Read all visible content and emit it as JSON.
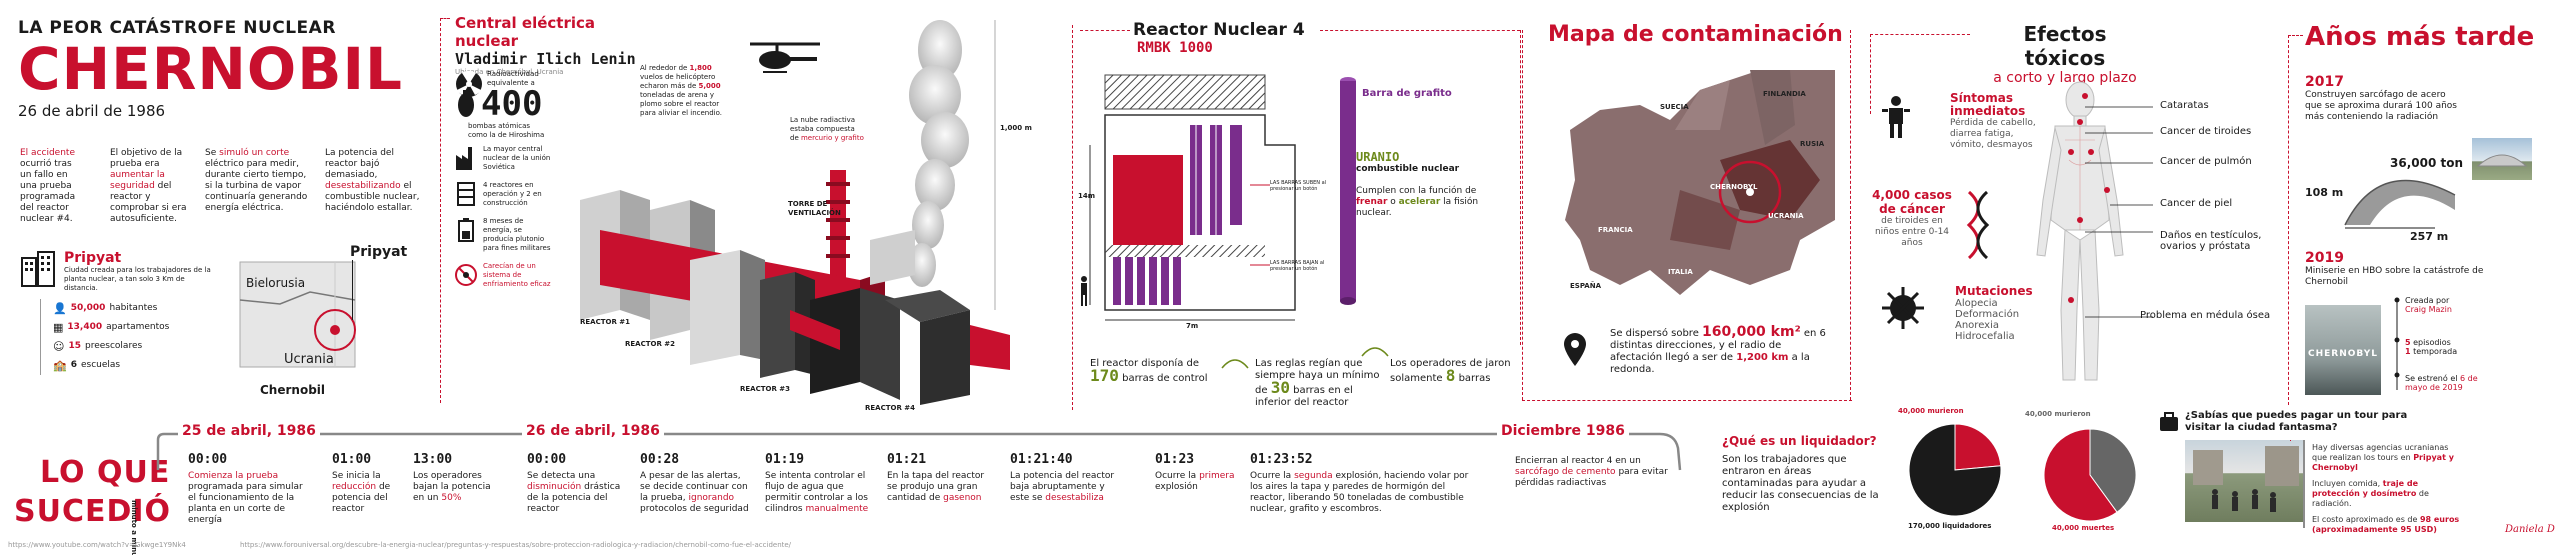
{
  "title": {
    "kicker": "LA PEOR CATÁSTROFE NUCLEAR",
    "main": "CHERNOBIL",
    "date": "26 de abril de 1986"
  },
  "intro": {
    "col1": [
      "El accidente",
      " ocurrió tras un fallo en una prueba programada del reactor nuclear #4."
    ],
    "col2": [
      "El objetivo de la prueba era ",
      "aumentar la seguridad",
      " del reactor y comprobar si era autosuficiente."
    ],
    "col3": [
      "Se ",
      "simuló un corte",
      " eléctrico para medir, durante cierto tiempo, si la turbina de vapor continuaría generando energía eléctrica."
    ],
    "col4": [
      "La potencia del reactor bajó demasiado, ",
      "desestabilizando",
      " el combustible nuclear, haciéndolo estallar."
    ]
  },
  "pripyat": {
    "title": "Pripyat",
    "desc": "Ciudad creada para los trabajadores de la planta nuclear, a tan solo 3 Km de distancia.",
    "stats": [
      {
        "value": "50,000",
        "label": "habitantes"
      },
      {
        "value": "13,400",
        "label": "apartamentos"
      },
      {
        "value": "15",
        "label": "preescolares"
      },
      {
        "value": "6",
        "label": "escuelas"
      }
    ],
    "map": {
      "label_top": "Pripyat",
      "country1": "Bielorusia",
      "country2": "Ucrania",
      "label_bottom": "Chernobil"
    }
  },
  "plant": {
    "title": "Central eléctrica nuclear",
    "subtitle": "Vladimir Ilich Lenin",
    "location": "Ubicada en Chernóbyl, Ucrania",
    "radiation_label": "Radioactividad equivalente a",
    "radiation_value": "400",
    "radiation_desc": "bombas atómicas como la de Hiroshima",
    "facts": [
      "La mayor central nuclear de la unión Soviética",
      "4 reactores en operación y 2 en construcción",
      "8 meses de energía, se producía plutonio para fines militares"
    ],
    "fact_red": "Carecían de un sistema de enfriamiento eficaz",
    "heli": [
      "Al rededor de ",
      "1,800",
      " vuelos de helicóptero echaron más de ",
      "5,000",
      " toneladas de arena y plomo sobre el reactor para aliviar el incendio."
    ],
    "cloud": [
      "La nube radiactiva estaba compuesta de ",
      "mercurio y grafito"
    ],
    "height": "1,000 m",
    "tower": "TORRE DE VENTILACIÓN",
    "reactors": [
      "REACTOR #1",
      "REACTOR #2",
      "REACTOR #3",
      "REACTOR #4"
    ]
  },
  "reactor": {
    "title": "Reactor Nuclear 4",
    "model": "RMBK 1000",
    "graphite": "Barra de grafito",
    "uranium_title": "URANIO",
    "uranium_desc": "combustible nuclear",
    "function": [
      "Cumplen con la función de ",
      "frenar",
      " o ",
      "acelerar",
      " la fisión nuclear."
    ],
    "bars_up": "LAS BARRAS SUBEN al presionar un botón",
    "bars_down": "LAS BARRAS BAJAN al presionar un botón",
    "dim_h": "14m",
    "dim_w": "7m",
    "rods": {
      "pre": "El reactor disponía de",
      "value": "170",
      "post": "barras de control"
    },
    "rules": {
      "pre": "Las reglas regían que siempre haya un mínimo de",
      "value": "30",
      "post": "barras en el inferior del reactor"
    },
    "operators": {
      "pre": "Los operadores de jaron solamente",
      "value": "8",
      "post": "barras"
    }
  },
  "map": {
    "title": "Mapa de contaminación",
    "labels": [
      "SUECIA",
      "FINLANDIA",
      "RUSIA",
      "CHERNOBYL",
      "UCRANIA",
      "FRANCIA",
      "ESPAÑA",
      "ITALIA"
    ],
    "desc": [
      "Se dispersó sobre ",
      "160,000 km²",
      " en 6 distintas direcciones, y el radio de afectación llegó a ser de ",
      "1,200 km",
      " a la redonda."
    ]
  },
  "effects": {
    "title": "Efectos tóxicos",
    "subtitle": "a corto y largo plazo",
    "immediate_title": "Síntomas inmediatos",
    "immediate_desc": "Pérdida de cabello, diarrea fatiga, vómito, desmayos",
    "cancer_value": "4,000 casos",
    "cancer_title": "de cáncer",
    "cancer_desc": "de tiroides en niños entre 0-14 años",
    "mutations_title": "Mutaciones",
    "mutations": [
      "Alopecia",
      "Deformación",
      "Anorexia",
      "Hidrocefalia"
    ],
    "body_labels": [
      "Cataratas",
      "Cancer de tiroides",
      "Cancer de pulmón",
      "Cancer de piel",
      "Daños en testículos, ovarios y próstata",
      "Problema en médula ósea"
    ]
  },
  "later": {
    "title": "Años más tarde",
    "y2017": "2017",
    "y2017_desc": "Construyen sarcófago de acero que se aproxima durará 100 años más conteniendo la radiación",
    "weight": "36,000 ton",
    "height": "108 m",
    "width": "257 m",
    "y2019": "2019",
    "y2019_desc": "Miniserie en HBO sobre la catástrofe de Chernobil",
    "poster": "CHERNOBYL",
    "created_by": [
      "Creada por ",
      "Craig Mazin"
    ],
    "episodes": [
      "5",
      " episodios"
    ],
    "seasons": [
      "1",
      " temporada"
    ],
    "premiere": [
      "Se estrenó el ",
      "6 de mayo de 2019"
    ]
  },
  "timeline": {
    "title1": "LO QUE",
    "title2": "SUCEDIÓ",
    "side": "minuto a minuto",
    "dates": [
      "25 de abril, 1986",
      "26 de abril, 1986",
      "Diciembre 1986"
    ],
    "events": [
      {
        "time": "00:00",
        "desc": [
          "",
          "Comienza la prueba",
          " programada para simular el funcionamiento de la planta en un corte de energía"
        ]
      },
      {
        "time": "01:00",
        "desc": [
          "Se inicia la ",
          "reducción",
          " de potencia del reactor"
        ]
      },
      {
        "time": "13:00",
        "desc": [
          "Los operadores bajan la potencia en un ",
          "50%",
          ""
        ]
      },
      {
        "time": "00:00",
        "desc": [
          "Se detecta una ",
          "disminución",
          " drástica de la potencia del reactor"
        ]
      },
      {
        "time": "00:28",
        "desc": [
          "A pesar de las alertas, se decide continuar con la prueba, ",
          "ignorando",
          " protocolos de seguridad"
        ]
      },
      {
        "time": "01:19",
        "desc": [
          "Se intenta controlar el flujo de agua que permitir controlar a los cilindros ",
          "manualmente",
          ""
        ]
      },
      {
        "time": "01:21",
        "desc": [
          "En la tapa del reactor se produjo una gran cantidad de ",
          "gasenon",
          ""
        ]
      },
      {
        "time": "01:21:40",
        "desc": [
          "La potencia del reactor baja abruptamente y este se ",
          "desestabiliza",
          ""
        ]
      },
      {
        "time": "01:23",
        "desc": [
          "Ocurre la ",
          "primera",
          " explosión"
        ]
      },
      {
        "time": "01:23:52",
        "desc": [
          "Ocurre la ",
          "segunda",
          " explosión, haciendo volar por los aires la tapa y paredes de hormigón del reactor, liberando 50 toneladas de combustible nuclear, grafito y escombros."
        ]
      },
      {
        "time": "",
        "desc": [
          "Encierran al reactor 4 en un ",
          "sarcófago de cemento",
          " para evitar pérdidas radiactivas"
        ]
      }
    ]
  },
  "liquidator": {
    "question": "¿Qué es un liquidador?",
    "answer": "Son los trabajadores que entraron en áreas contaminadas para ayudar a reducir las consecuencias de la explosión"
  },
  "pies": {
    "chart_data": [
      {
        "type": "pie",
        "series": [
          {
            "name": "40,000 murieron",
            "values": [
              40000,
              130000
            ]
          }
        ],
        "label_bottom": "170,000 liquidadores"
      },
      {
        "type": "pie",
        "series": [
          {
            "name": "40,000 murieron",
            "values": [
              40000,
              60000
            ]
          }
        ],
        "label_bottom": "40,000 muertes"
      }
    ],
    "pie1_top": "40,000 murieron",
    "pie1_bottom": "170,000 liquidadores",
    "pie2_top": "40,000 murieron",
    "pie2_bottom": "40,000 muertes"
  },
  "tour": {
    "question": "¿Sabías que puedes pagar un tour para visitar la ciudad fantasma?",
    "p1": [
      "Hay diversas agencias ucranianas que realizan los tours en ",
      "Pripyat y Chernobyl"
    ],
    "p2": [
      "Incluyen comida, ",
      "traje de protección y dosímetro",
      " de radiación."
    ],
    "p3": [
      "El costo aproximado es de ",
      "98 euros (aproximadamente 95 USD)"
    ]
  },
  "footer": {
    "src1": "https://www.youtube.com/watch?v=Gkwge1Y9Nk4",
    "src2": "https://www.forouniversal.org/descubre-la-energia-nuclear/preguntas-y-respuestas/sobre-proteccion-radiologica-y-radiacion/chernobil-como-fue-el-accidente/",
    "signature": "Daniela D"
  },
  "colors": {
    "red": "#c8102e",
    "green": "#6d8a1c",
    "purple": "#7a2d8c",
    "dark": "#1a1a1a",
    "grey": "#888888"
  }
}
